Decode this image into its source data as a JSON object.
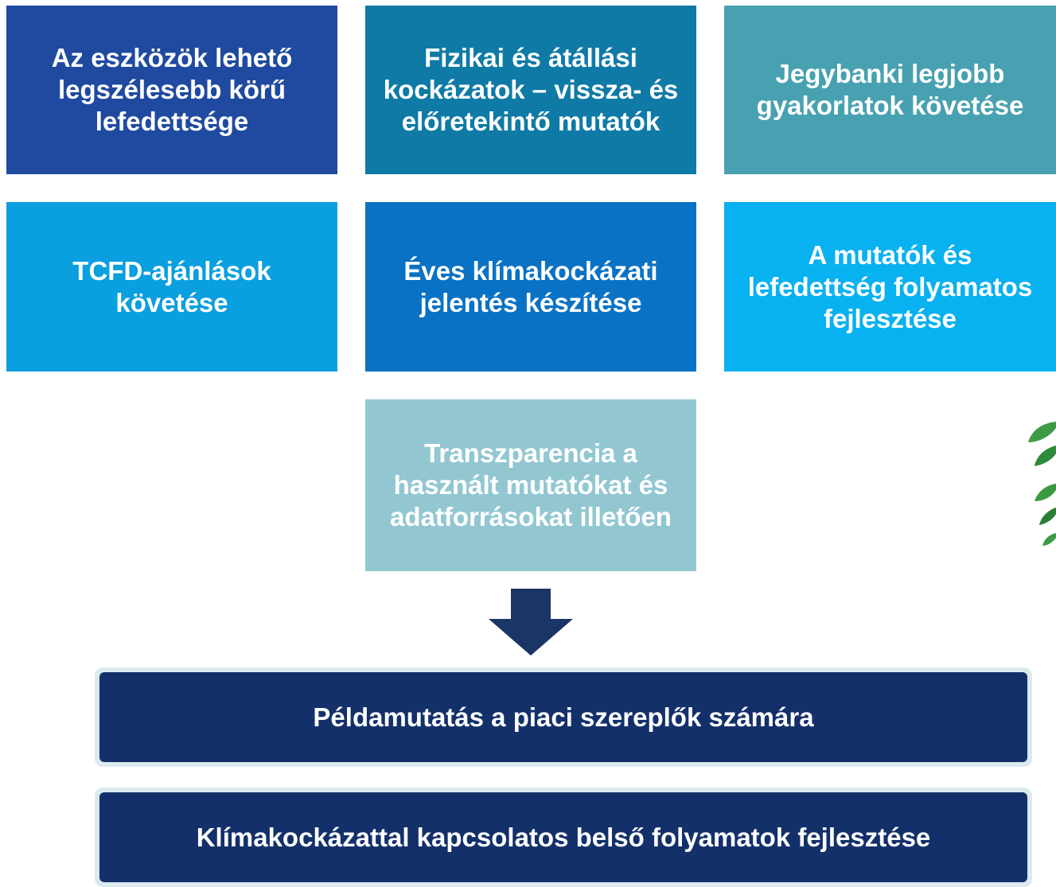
{
  "boxes": [
    {
      "lines": [
        "Az eszközök lehető",
        "legszélesebb körű",
        "lefedettsége"
      ],
      "color": "#1f4aa0"
    },
    {
      "lines": [
        "Fizikai és átállási",
        "kockázatok – vissza- és",
        "előretekintő mutatók"
      ],
      "color": "#0f7aa6"
    },
    {
      "lines": [
        "Jegybanki legjobb",
        "gyakorlatok követése"
      ],
      "color": "#48a1b0"
    },
    {
      "lines": [
        "TCFD-ajánlások",
        "követése"
      ],
      "color": "#0a9fdf"
    },
    {
      "lines": [
        "Éves klímakockázati",
        "jelentés készítése"
      ],
      "color": "#0a72c4"
    },
    {
      "lines": [
        "A mutatók és",
        "lefedettség folyamatos",
        "fejlesztése"
      ],
      "color": "#08b1ef"
    },
    {
      "lines": [
        "Transzparencia a",
        "használt mutatókat és",
        "adatforrásokat illetően"
      ],
      "color": "#92c7d2"
    }
  ],
  "outcomes": [
    {
      "label": "Példamutatás a piaci szereplők számára"
    },
    {
      "label": "Klímakockázattal kapcsolatos belső folyamatok fejlesztése"
    }
  ],
  "colors": {
    "arrow": "#1b3566",
    "banner_fill": "#13306a",
    "banner_border": "#dceaf0",
    "leaf": "#2e8b3a"
  },
  "icons": {
    "arrow": "down-arrow-icon",
    "decoration": "leaves-icon"
  }
}
